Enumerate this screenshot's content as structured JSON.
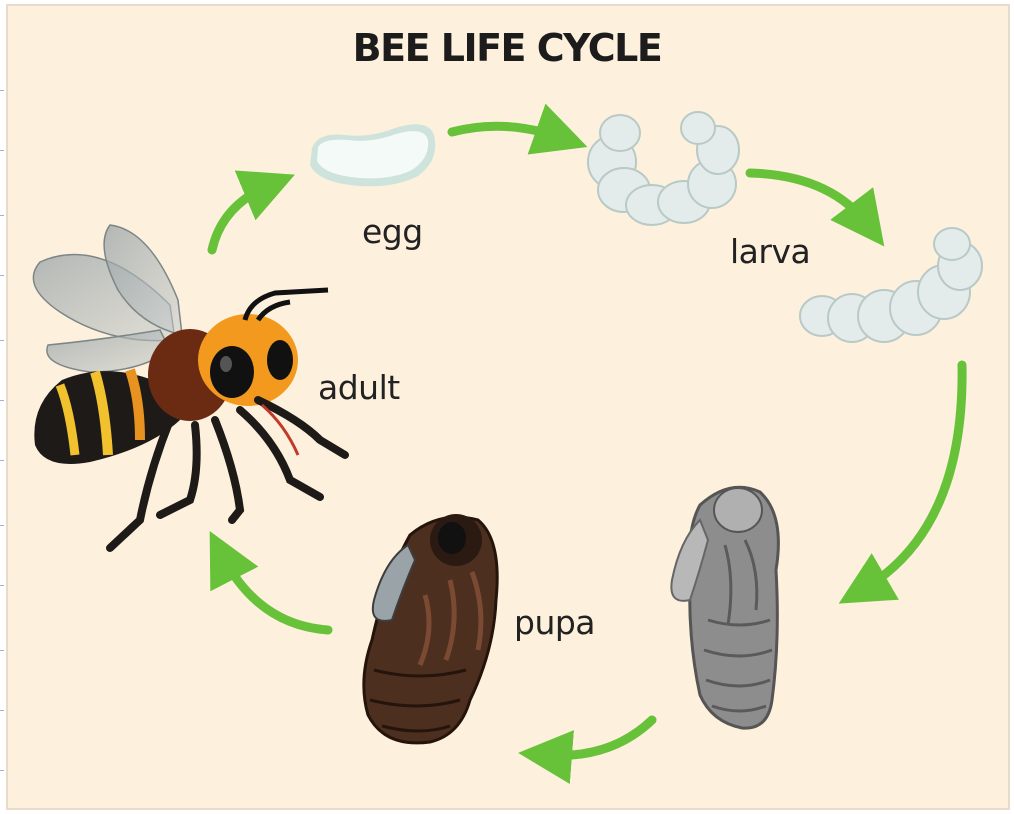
{
  "title": "BEE LIFE CYCLE",
  "stages": {
    "egg": "egg",
    "larva": "larva",
    "pupa": "pupa",
    "adult": "adult"
  },
  "colors": {
    "background": "#fdf1de",
    "arrow": "#67c23a",
    "egg": "#eaf4f1",
    "larva": "#e6efee",
    "pupa_dark": "#4a2c1e",
    "pupa_grey": "#8a8a8a",
    "bee_orange": "#f39a1e",
    "bee_body": "#1d1a17"
  },
  "icons": {
    "egg": "egg-illustration",
    "larva": "larva-illustration",
    "pupa": "pupa-illustration",
    "adult": "bee-illustration",
    "arrow": "cycle-arrow"
  }
}
